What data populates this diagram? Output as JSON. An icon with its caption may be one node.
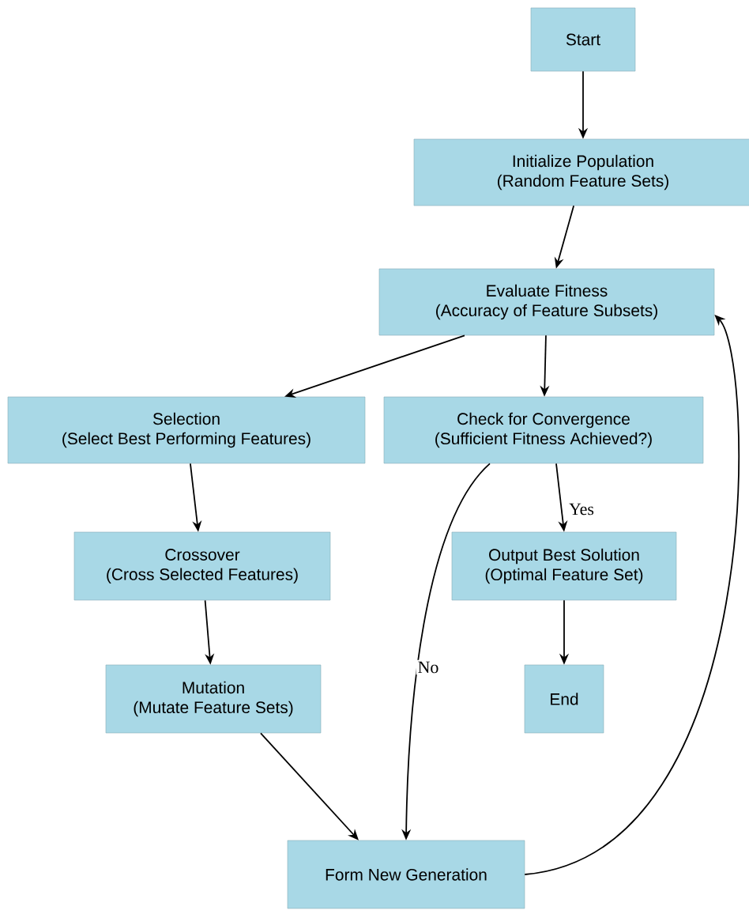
{
  "diagram": {
    "nodes": [
      {
        "text": [
          "Start"
        ]
      },
      {
        "text": [
          "Initialize Population",
          "(Random Feature Sets)"
        ]
      },
      {
        "text": [
          "Evaluate Fitness",
          "(Accuracy of Feature Subsets)"
        ]
      },
      {
        "text": [
          "Selection",
          "(Select Best Performing Features)"
        ]
      },
      {
        "text": [
          "Check for Convergence",
          "(Sufficient Fitness Achieved?)"
        ]
      },
      {
        "text": [
          "Crossover",
          "(Cross Selected Features)"
        ]
      },
      {
        "text": [
          "Output Best Solution",
          "(Optimal Feature Set)"
        ]
      },
      {
        "text": [
          "Mutation",
          "(Mutate Feature Sets)"
        ]
      },
      {
        "text": [
          "End"
        ]
      },
      {
        "text": [
          "Form New Generation"
        ]
      }
    ],
    "edges": [
      {
        "from": 0,
        "to": 1,
        "arrow": "to"
      },
      {
        "from": 1,
        "to": 2,
        "arrow": "to"
      },
      {
        "from": 2,
        "to": 3,
        "arrow": "to"
      },
      {
        "from": 2,
        "to": 4,
        "arrow": "to"
      },
      {
        "from": 3,
        "to": 5,
        "arrow": "to"
      },
      {
        "from": 4,
        "to": 6,
        "arrow": "to",
        "label": "Yes"
      },
      {
        "from": 4,
        "to": 9,
        "arrow": "to",
        "label": "No"
      },
      {
        "from": 5,
        "to": 7,
        "arrow": "to"
      },
      {
        "from": 6,
        "to": 8,
        "arrow": "to"
      },
      {
        "from": 7,
        "to": 9,
        "arrow": "to"
      },
      {
        "from": 9,
        "to": 2,
        "arrow": "to"
      }
    ]
  }
}
